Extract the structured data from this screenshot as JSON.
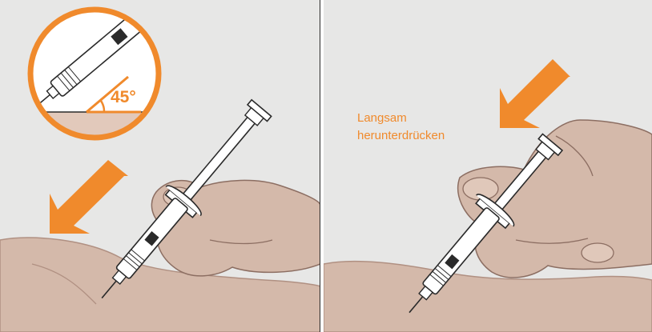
{
  "instructions": {
    "angle_label": "45°",
    "press_line1": "Langsam",
    "press_line2": "herunterdrücken"
  },
  "colors": {
    "background": "#e7e7e6",
    "skin": "#d4b9aa",
    "skin_outline": "#b09082",
    "arrow_orange": "#f08a2c",
    "circle_ring": "#f08a2c",
    "outline": "#2a2a2a"
  },
  "icons": {
    "direction_arrow": "orange-arrow-icon",
    "syringe": "syringe-icon",
    "hand": "hand-icon",
    "angle_magnifier": "angle-detail-icon"
  }
}
